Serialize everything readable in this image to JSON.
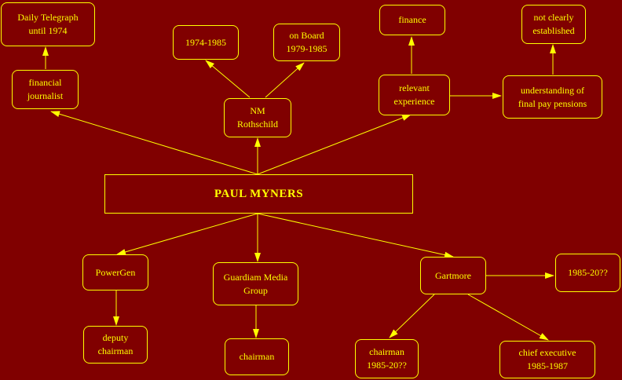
{
  "colors": {
    "background": "#800000",
    "foreground": "#ffff00"
  },
  "nodes": {
    "center": "PAUL  MYNERS",
    "daily_telegraph": "Daily Telegraph\nuntil 1974",
    "financial_journalist": "financial\njournalist",
    "y1974_1985": "1974-1985",
    "on_board": "on Board\n1979-1985",
    "nm_rothschild": "NM\nRothschild",
    "finance": "finance",
    "not_clearly": "not clearly\nestablished",
    "relevant_experience": "relevant\nexperience",
    "understanding": "understanding of\nfinal pay pensions",
    "powergen": "PowerGen",
    "deputy_chairman": "deputy\nchairman",
    "guardian_media": "Guardiam Media\nGroup",
    "gmg_chairman": "chairman",
    "gartmore": "Gartmore",
    "y1985_20": "1985-20??",
    "gartmore_chairman": "chairman\n1985-20??",
    "chief_executive": "chief executive\n1985-1987"
  }
}
